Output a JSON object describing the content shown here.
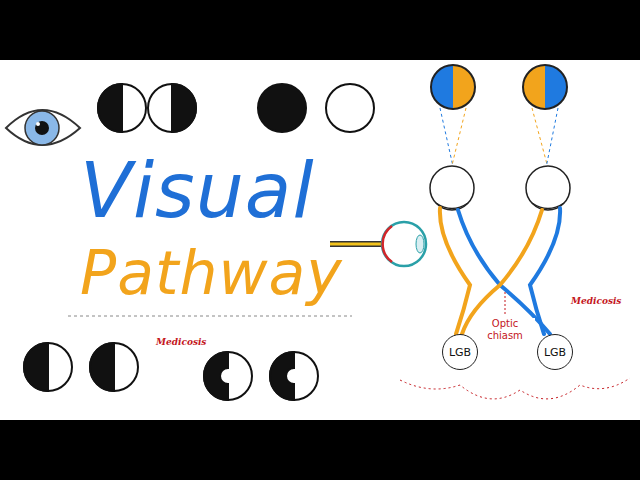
{
  "diagram": {
    "title": "Visual Pathway",
    "nodes": [
      {
        "text": [
          "LGB"
        ]
      },
      {
        "text": [
          "LGB"
        ]
      }
    ],
    "labels": [
      "Optic chiasm",
      "Medicosis",
      "Medicosis"
    ]
  }
}
